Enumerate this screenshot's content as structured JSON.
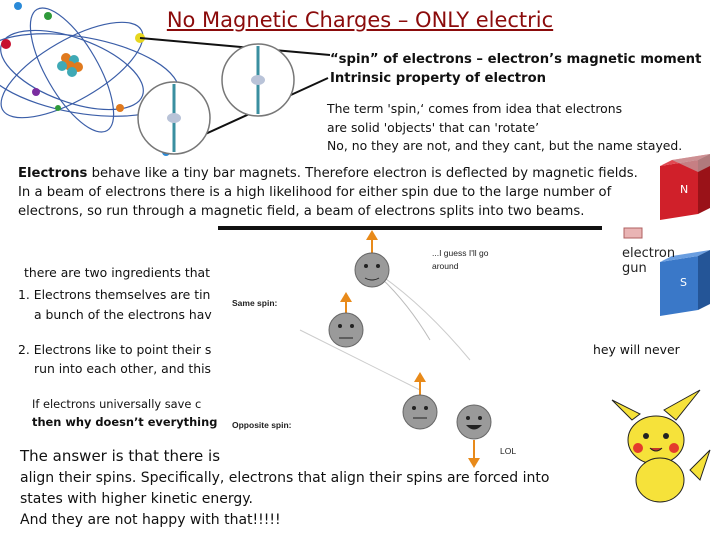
{
  "title": "No Magnetic Charges – ONLY electric",
  "moment": {
    "line1": "“spin” of electrons – electron’s magnetic moment",
    "line2": "Intrinsic property of electron"
  },
  "spin_note": {
    "line1": "The term 'spin,‘ comes from idea that electrons",
    "line2": "are solid 'objects' that can 'rotate’",
    "line3": "No, no they are not, and they cant, but the name stayed."
  },
  "bar_magnet": {
    "lead": "Electrons",
    "line1_rest": " behave like a tiny bar magnets. Therefore electron is deflected by magnetic fields.",
    "line2": "In a beam of electrons there is a high likelihood for either spin due to the large number of",
    "line3": "electrons, so run through a magnetic field, a beam of electrons splits into two beams."
  },
  "ingredients": {
    "intro": "there are two ingredients that",
    "item1a": "1. Electrons themselves are tin",
    "item1b": "a bunch of the electrons hav",
    "item2a": "2. Electrons like to point their s",
    "item2b": "run into each other, and this",
    "item2tail": "hey will never"
  },
  "universal": {
    "line1": "If electrons universally save c",
    "line2": "then why doesn’t everything"
  },
  "answer": {
    "line1": "The answer is that there is",
    "line2": "align their spins.  Specifically, electrons that align their spins are forced into",
    "line3": "states with higher kinetic energy.",
    "line4": "And they are not happy with that!!!!!"
  },
  "cartoon": {
    "thought": "...I guess I'll go",
    "thought2": "around",
    "same_spin": "Same spin:",
    "opposite_spin": "Opposite spin:",
    "lol": "LOL"
  },
  "magnet": {
    "north": "N",
    "south": "S",
    "gun_line1": "electron",
    "gun_line2": "gun"
  },
  "colors": {
    "title": "#8b0b0b",
    "magnet_red": "#d0202a",
    "magnet_blue": "#3a78c8",
    "pikachu": "#f6e23a"
  }
}
